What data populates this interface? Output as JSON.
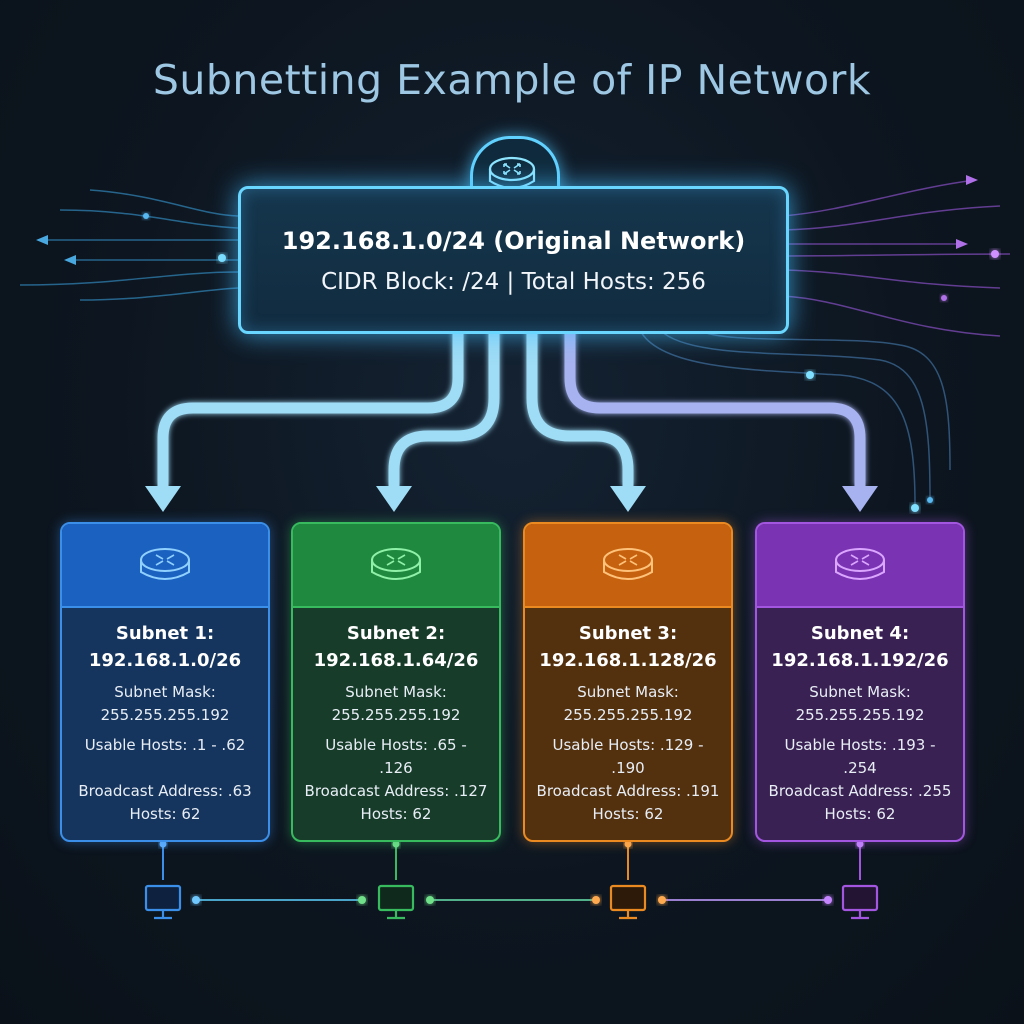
{
  "title": "Subnetting Example of IP Network",
  "root": {
    "line1": "192.168.1.0/24 (Original Network)",
    "line2": "CIDR Block: /24  |  Total Hosts: 256"
  },
  "subnets": [
    {
      "name": "Subnet 1:",
      "network": "192.168.1.0/26",
      "mask_label": "Subnet Mask:",
      "mask": "255.255.255.192",
      "usable_1": "Usable Hosts: .1 - .62",
      "usable_2": "",
      "broadcast": "Broadcast Address: .63",
      "hosts": "Hosts: 62",
      "color": "#3b8fe8"
    },
    {
      "name": "Subnet 2:",
      "network": "192.168.1.64/26",
      "mask_label": "Subnet Mask:",
      "mask": "255.255.255.192",
      "usable_1": "Usable Hosts: .65 -",
      "usable_2": ".126",
      "broadcast": "Broadcast Address: .127",
      "hosts": "Hosts: 62",
      "color": "#38bb5f"
    },
    {
      "name": "Subnet 3:",
      "network": "192.168.1.128/26",
      "mask_label": "Subnet Mask:",
      "mask": "255.255.255.192",
      "usable_1": "Usable Hosts: .129 -",
      "usable_2": ".190",
      "broadcast": "Broadcast Address: .191",
      "hosts": "Hosts: 62",
      "color": "#eb8a21"
    },
    {
      "name": "Subnet 4:",
      "network": "192.168.1.192/26",
      "mask_label": "Subnet Mask:",
      "mask": "255.255.255.192",
      "usable_1": "Usable Hosts: .193 -",
      "usable_2": ".254",
      "broadcast": "Broadcast Address: .255",
      "hosts": "Hosts: 62",
      "color": "#a356e0"
    }
  ],
  "colors": {
    "accent": "#69d6ff",
    "title": "#9ec7e3",
    "background": "#0e1620"
  },
  "icons": {
    "router": "router-icon",
    "computer": "computer-icon"
  }
}
